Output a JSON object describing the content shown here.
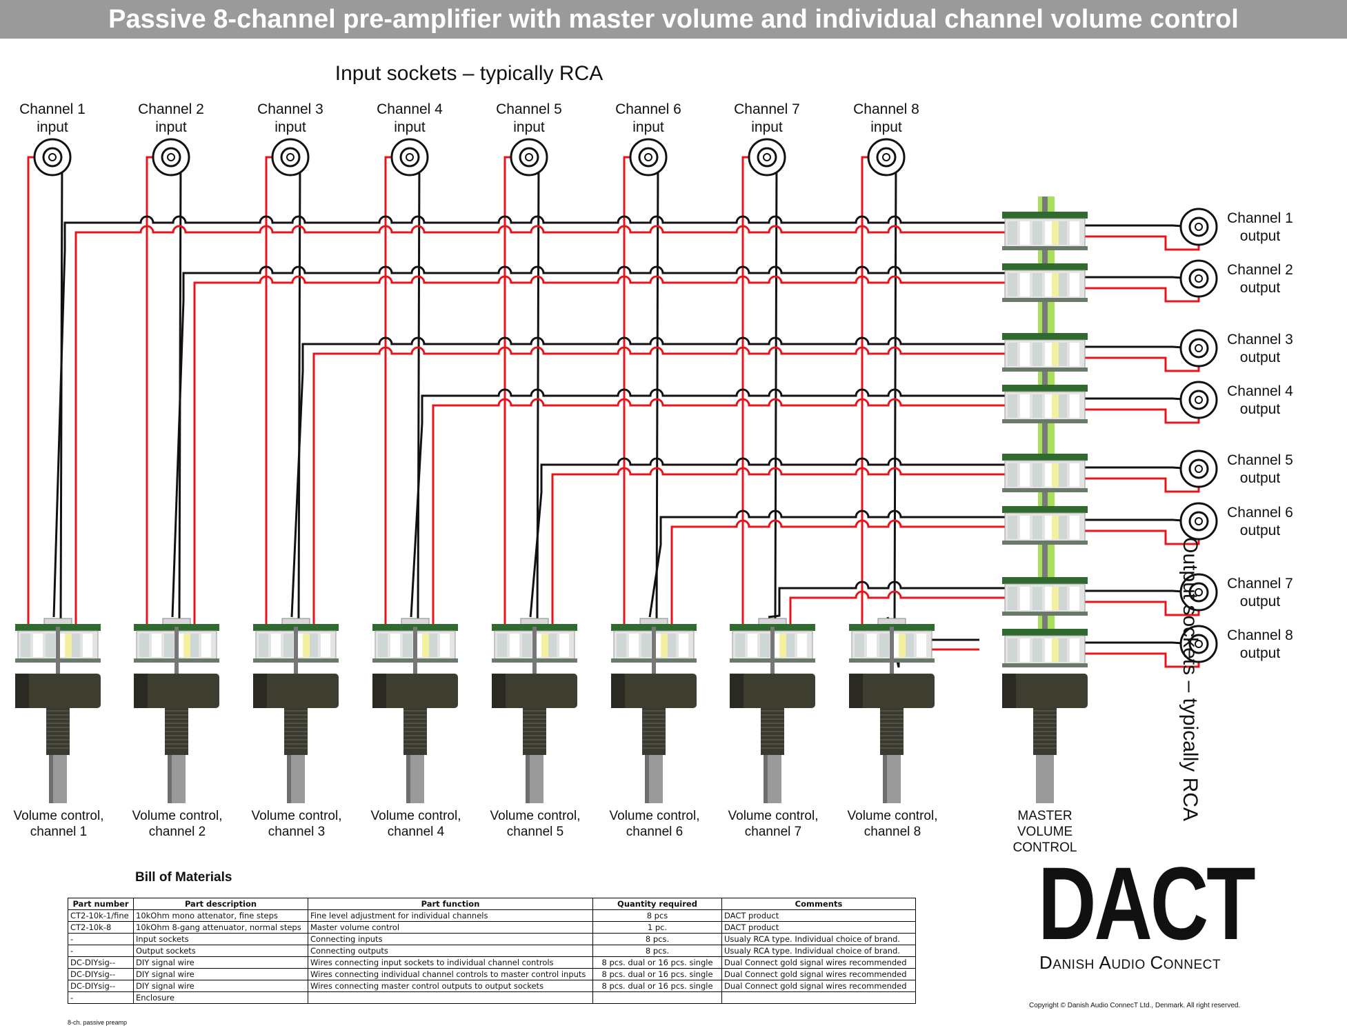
{
  "title": "Passive 8-channel pre-amplifier with master volume and individual channel volume control",
  "input_heading": "Input sockets – typically RCA",
  "output_heading": "Output sockets – typically RCA",
  "inputs": [
    {
      "line1": "Channel 1",
      "line2": "input"
    },
    {
      "line1": "Channel 2",
      "line2": "input"
    },
    {
      "line1": "Channel 3",
      "line2": "input"
    },
    {
      "line1": "Channel 4",
      "line2": "input"
    },
    {
      "line1": "Channel 5",
      "line2": "input"
    },
    {
      "line1": "Channel 6",
      "line2": "input"
    },
    {
      "line1": "Channel 7",
      "line2": "input"
    },
    {
      "line1": "Channel 8",
      "line2": "input"
    }
  ],
  "outputs": [
    {
      "line1": "Channel 1",
      "line2": "output"
    },
    {
      "line1": "Channel 2",
      "line2": "output"
    },
    {
      "line1": "Channel 3",
      "line2": "output"
    },
    {
      "line1": "Channel 4",
      "line2": "output"
    },
    {
      "line1": "Channel 5",
      "line2": "output"
    },
    {
      "line1": "Channel 6",
      "line2": "output"
    },
    {
      "line1": "Channel 7",
      "line2": "output"
    },
    {
      "line1": "Channel 8",
      "line2": "output"
    }
  ],
  "volume_controls": [
    {
      "line1": "Volume control,",
      "line2": "channel 1"
    },
    {
      "line1": "Volume control,",
      "line2": "channel 2"
    },
    {
      "line1": "Volume control,",
      "line2": "channel 3"
    },
    {
      "line1": "Volume control,",
      "line2": "channel 4"
    },
    {
      "line1": "Volume control,",
      "line2": "channel 5"
    },
    {
      "line1": "Volume control,",
      "line2": "channel 6"
    },
    {
      "line1": "Volume control,",
      "line2": "channel 7"
    },
    {
      "line1": "Volume control,",
      "line2": "channel 8"
    }
  ],
  "master": {
    "line1": "MASTER",
    "line2": "VOLUME CONTROL"
  },
  "bom": {
    "title": "Bill of Materials",
    "headers": [
      "Part number",
      "Part description",
      "Part function",
      "Quantity required",
      "Comments"
    ],
    "rows": [
      [
        "CT2-10k-1/fine",
        "10kOhm mono attenator, fine steps",
        "Fine level adjustment for individual channels",
        "8 pcs",
        "DACT product"
      ],
      [
        "CT2-10k-8",
        "10kOhm 8-gang attenuator, normal steps",
        "Master volume control",
        "1 pc.",
        "DACT product"
      ],
      [
        "-",
        "Input sockets",
        "Connecting inputs",
        "8 pcs.",
        "Usualy RCA type. Individual choice of brand."
      ],
      [
        "-",
        "Output sockets",
        "Connecting outputs",
        "8 pcs.",
        "Usualy RCA type. Individual choice of brand."
      ],
      [
        "DC-DIYsig--",
        "DIY signal wire",
        "Wires connecting input sockets to individual channel controls",
        "8 pcs. dual or 16 pcs. single",
        "Dual Connect gold signal wires recommended"
      ],
      [
        "DC-DIYsig--",
        "DIY signal wire",
        "Wires connecting individual channel controls to master control inputs",
        "8 pcs. dual or 16 pcs. single",
        "Dual Connect gold signal wires recommended"
      ],
      [
        "DC-DIYsig--",
        "DIY signal wire",
        "Wires connecting master control outputs to output sockets",
        "8 pcs. dual or 16 pcs. single",
        "Dual Connect gold signal wires recommended"
      ],
      [
        "-",
        "Enclosure",
        "",
        "",
        ""
      ]
    ]
  },
  "logo": {
    "main": "DACT",
    "sub": "DANISH AUDIO CONNECT"
  },
  "copyright": "Copyright © Danish Audio ConnecT Ltd., Denmark. All right reserved.",
  "footnote": "8-ch. passive preamp",
  "colors": {
    "hot_wire": "#e8141b",
    "ground_wire": "#111111",
    "title_bar": "#9a9a9a",
    "pcb": "#2f6b2f",
    "knob_body": "#3d3d30",
    "shaft": "#9a9a9a",
    "spindle": "#a8e05a"
  }
}
